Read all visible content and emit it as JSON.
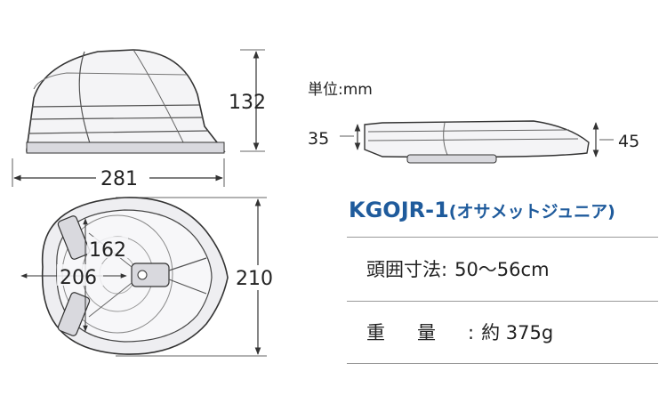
{
  "unit_label": "単位:mm",
  "dimensions": {
    "height_closed": "132",
    "width": "281",
    "folded_left": "35",
    "folded_right": "45",
    "depth": "210",
    "inner_depth": "162",
    "inner_width": "206"
  },
  "product": {
    "model": "KGOJR-1",
    "name": "(オサメットジュニア)"
  },
  "specs": [
    {
      "label": "頭囲寸法",
      "value": "50〜56cm"
    },
    {
      "label": "重量",
      "value": "約 375g"
    }
  ],
  "colors": {
    "model_text": "#1f5b9c",
    "line": "#333333",
    "shell_fill": "#f4f4f6",
    "shell_shade": "#d9d9de"
  }
}
